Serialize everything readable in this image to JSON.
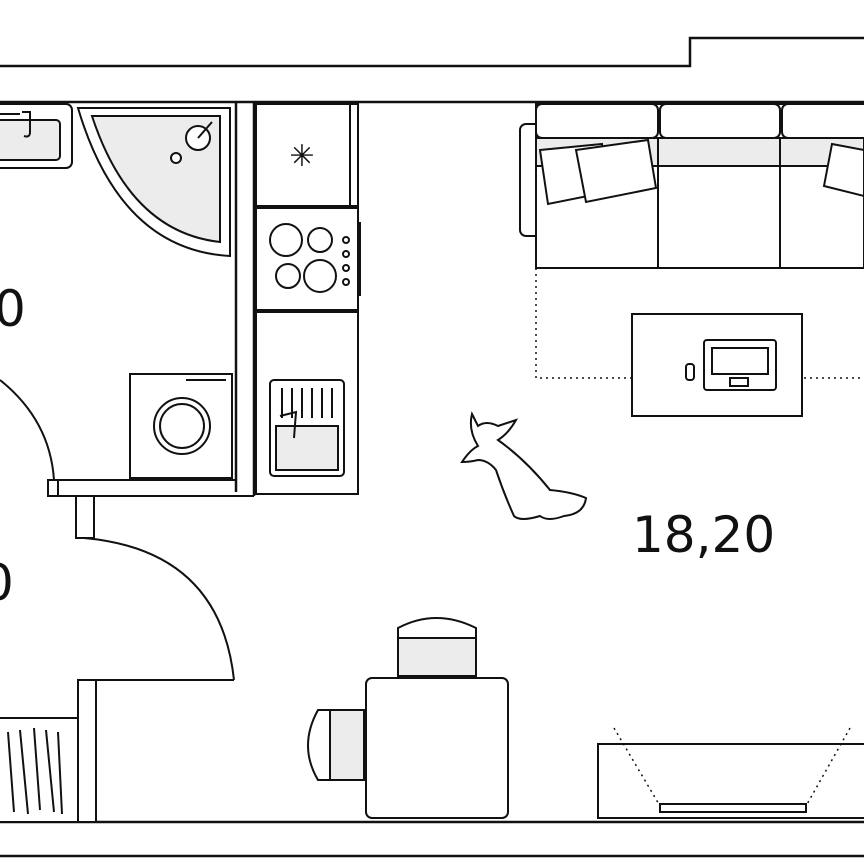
{
  "rooms": {
    "main_area": "18,20",
    "bath_area_partial": "0",
    "hall_area_partial": "0"
  },
  "colors": {
    "line": "#111111",
    "fill_grey": "#ececec",
    "background": "#ffffff"
  },
  "symbols": {
    "fridge_mark": "✳"
  }
}
